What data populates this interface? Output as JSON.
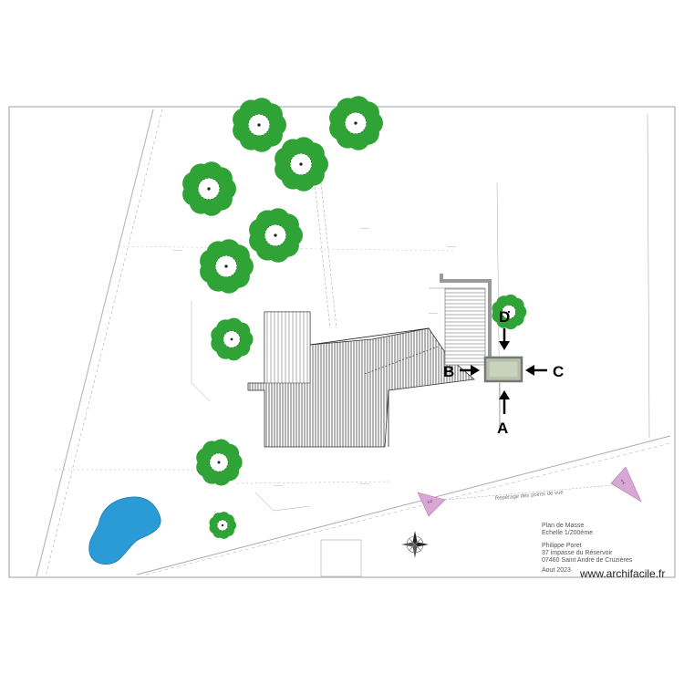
{
  "markers": {
    "a": "A",
    "b": "B",
    "c": "C",
    "d": "D"
  },
  "viewpoints": {
    "first": "1",
    "second": "2",
    "caption": "Repérage des points de vue"
  },
  "title_block": {
    "title": "Plan de Masse",
    "scale": "Echelle 1/200ème",
    "owner": "Philippe Poret",
    "street": "37 impasse du Réservoir",
    "city": "07460 Saint André de Cruzières",
    "date": "Aout 2023"
  },
  "watermark": "www.archifacile.fr",
  "colors": {
    "tree": "#2fa336",
    "tree_dark": "#1e7a25",
    "pool": "#2a9bd6",
    "viewpoint": "#d9a7d6",
    "new_building": "#b9c4a8",
    "frame": "#9aa0a6"
  },
  "icons": {
    "compass": "compass-rose-icon",
    "arrows": "arrow-icon"
  }
}
